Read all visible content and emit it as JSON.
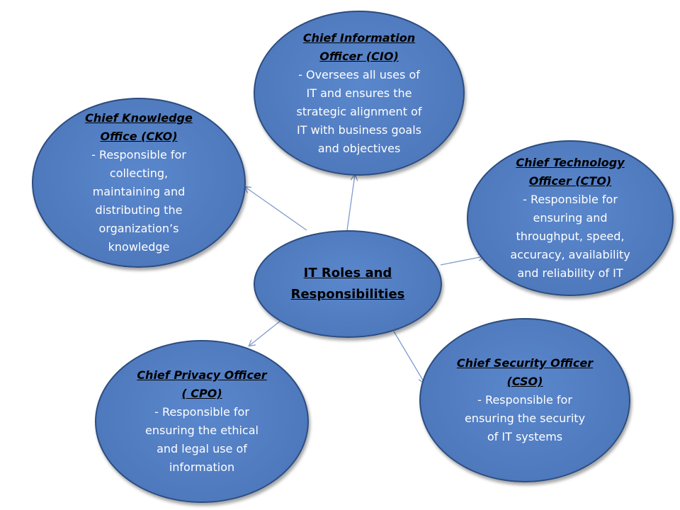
{
  "center": {
    "title": "IT Roles and\nResponsibilities"
  },
  "nodes": {
    "cio": {
      "title_line1": "Chief Information",
      "title_line2": "Officer (CIO)",
      "description": "- Oversees  all uses of\nIT and ensures the\nstrategic alignment of\nIT with business goals\nand objectives"
    },
    "cko": {
      "title_line1": "Chief Knowledge",
      "title_line2": "Office (CKO)",
      "description": "- Responsible  for\ncollecting,\nmaintaining and\ndistributing the\norganization’s\nknowledge"
    },
    "cto": {
      "title_line1": "Chief Technology",
      "title_line2": "Officer (CTO)",
      "description": "- Responsible  for\nensuring and\nthroughput, speed,\naccuracy, availability\nand reliability of IT"
    },
    "cpo": {
      "title_line1": "Chief Privacy Officer",
      "title_line2": "( CPO)",
      "description": "- Responsible  for\nensuring the ethical\nand legal use of\ninformation"
    },
    "cso": {
      "title_line1": "Chief Security Officer",
      "title_line2": "(CSO)",
      "description": "- Responsible  for\nensuring the security\nof IT systems"
    }
  },
  "colors": {
    "node_fill": "#4f79bd",
    "node_border": "#2c4d80",
    "connector": "#7f9ccc",
    "title_text": "#000000",
    "description_text": "#ffffff"
  }
}
